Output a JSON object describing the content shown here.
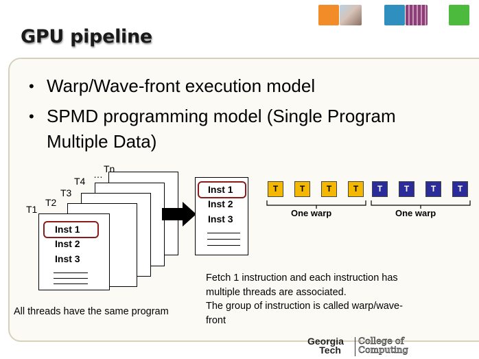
{
  "title": "GPU pipeline",
  "bullets": [
    {
      "text": "Warp/Wave-front execution model"
    },
    {
      "text": "SPMD programming model (Single Program"
    },
    {
      "text": "Multiple Data)"
    }
  ],
  "threads": {
    "labels": [
      "T1",
      "T2",
      "T3",
      "T4",
      "…",
      "Tn"
    ],
    "instructions": [
      "Inst 1",
      "Inst 2",
      "Inst 3"
    ],
    "caption": "All threads have the same program"
  },
  "program": {
    "instructions": [
      "Inst 1",
      "Inst 2",
      "Inst 3"
    ]
  },
  "warps": {
    "cell_label": "T",
    "warp_label": "One warp",
    "colors": {
      "warp1": "#f5b800",
      "warp2": "#2b2b9a"
    }
  },
  "note": [
    "Fetch 1 instruction and each instruction has",
    "multiple threads are associated.",
    "The group of instruction is called warp/wave-",
    "front"
  ],
  "logo": {
    "line1": "Georgia",
    "line2": "Tech",
    "line3": "College of",
    "line4": "Computing"
  },
  "decor_colors": [
    "#f28c28",
    "#c8a8a0",
    "#2f8fbf",
    "#8e3c7a",
    "#4cba3c"
  ]
}
